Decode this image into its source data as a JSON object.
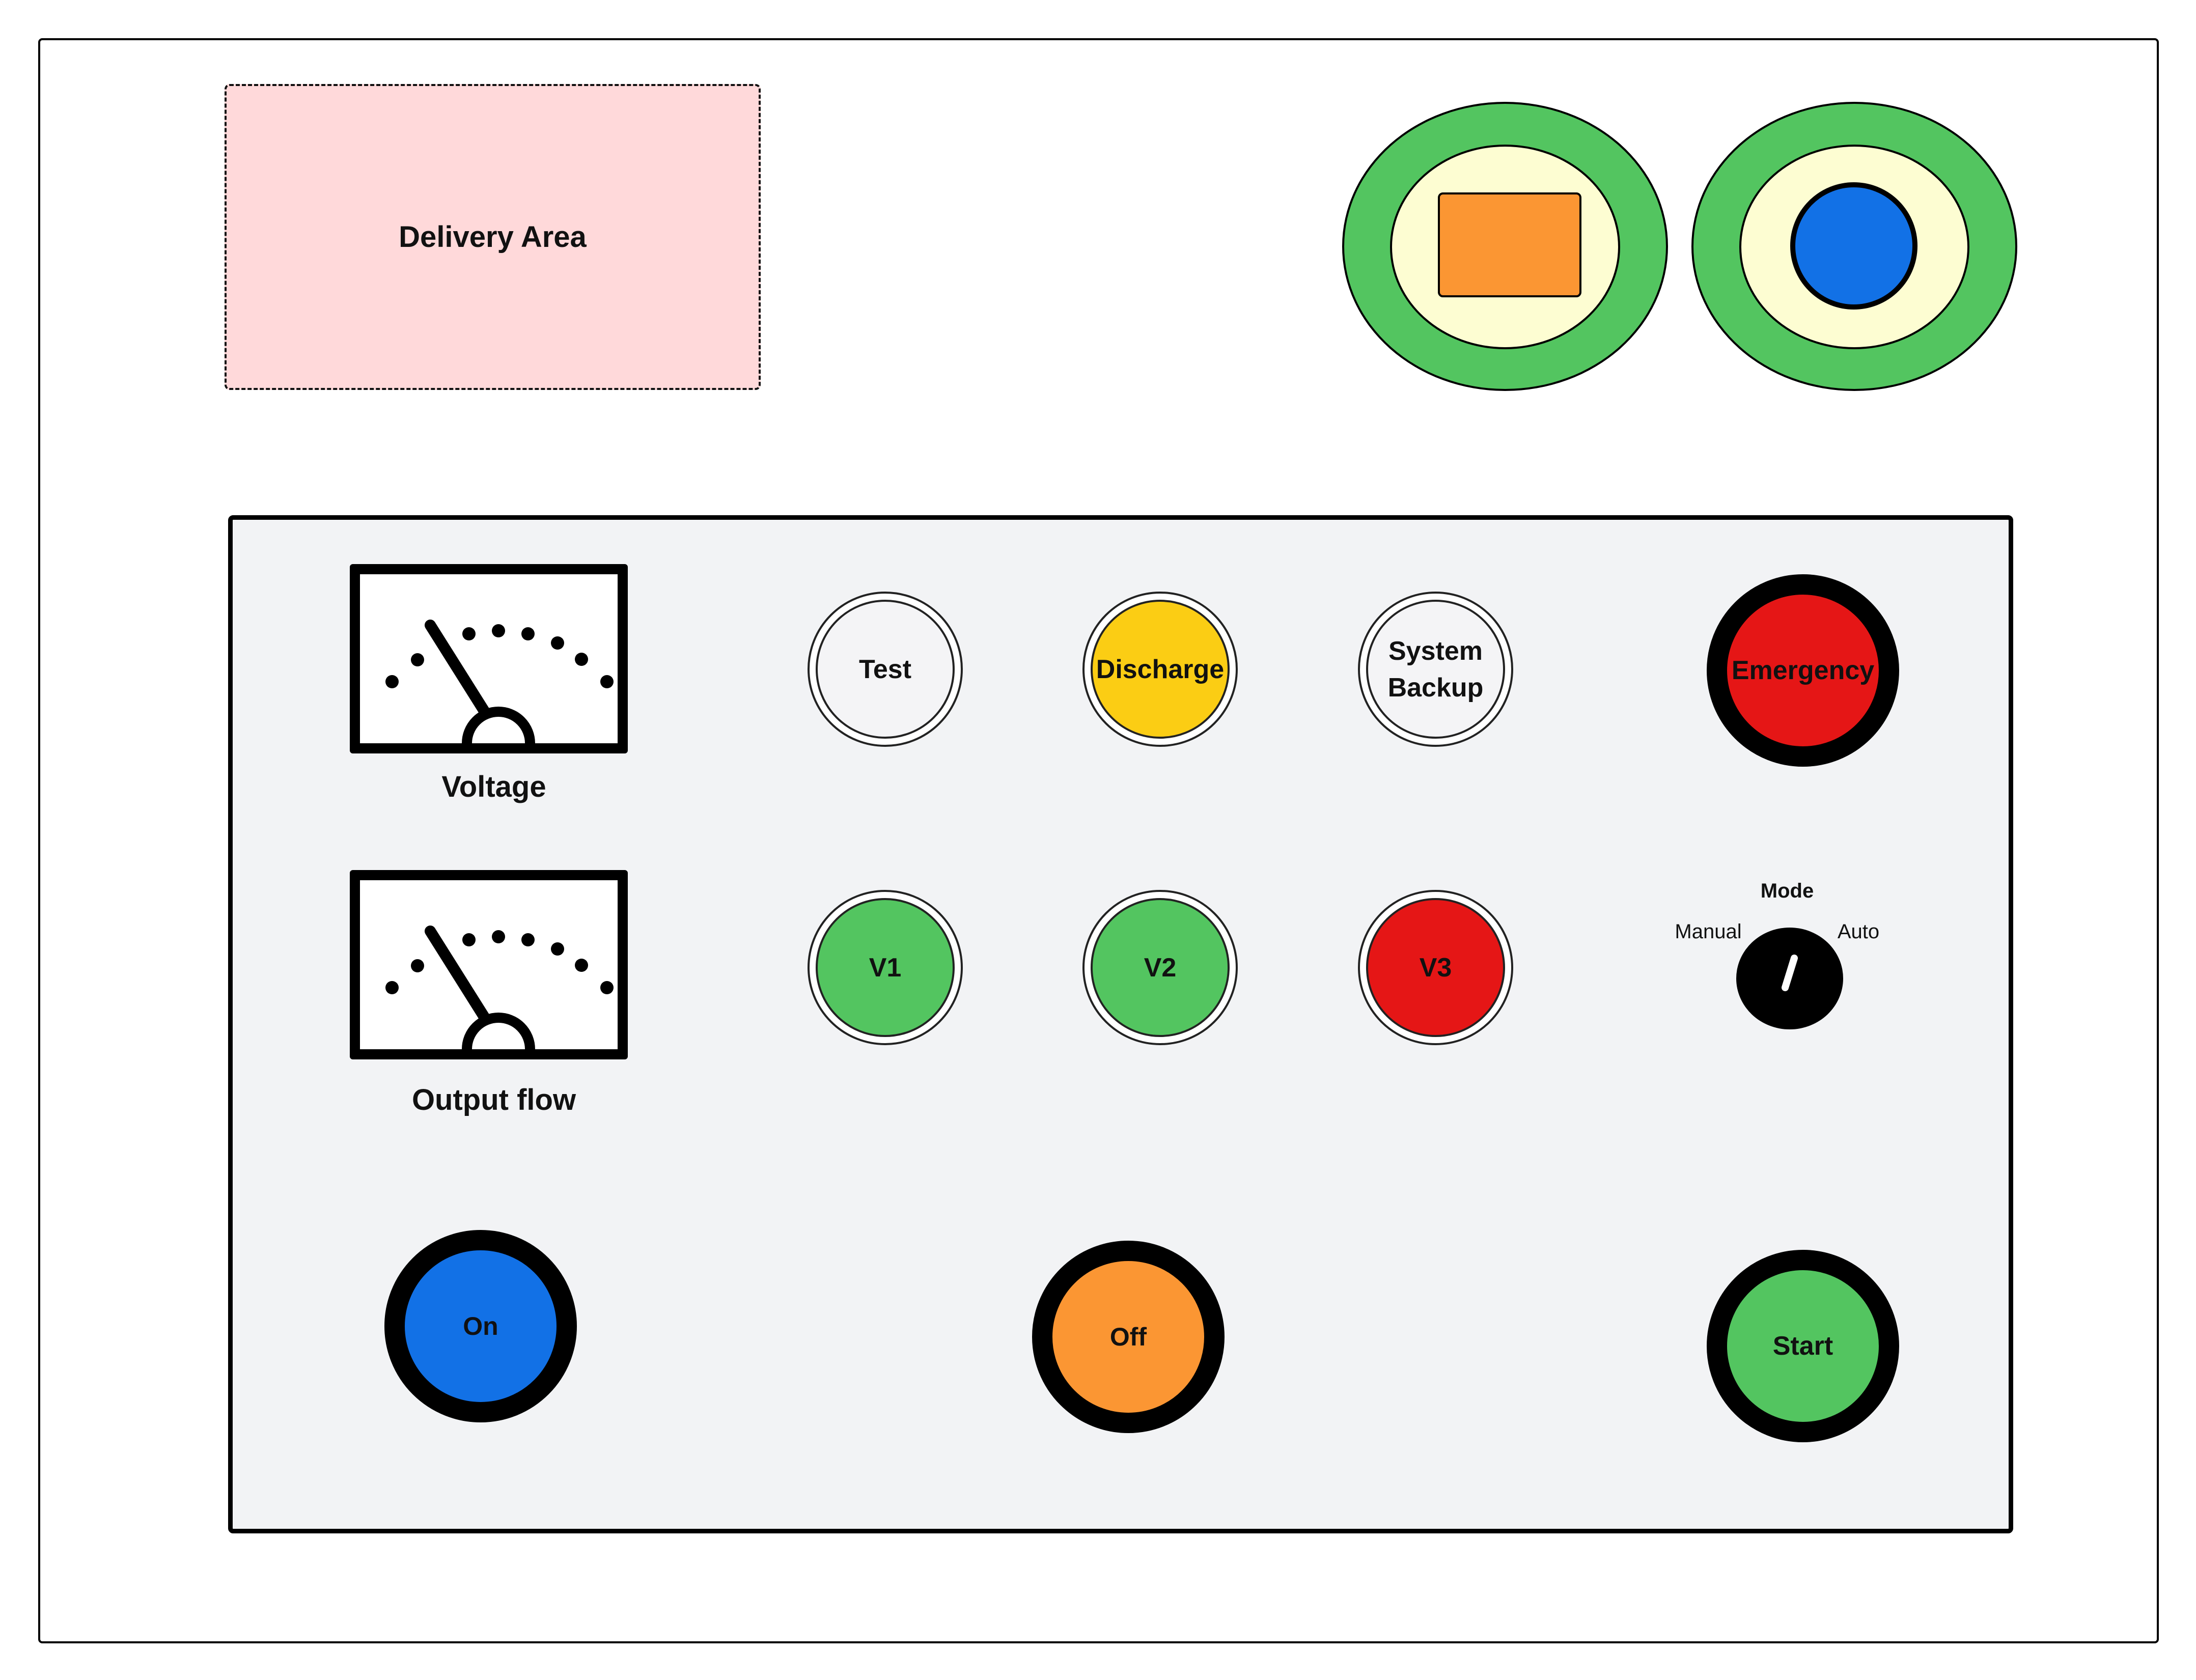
{
  "delivery_area": {
    "label": "Delivery Area"
  },
  "indicators": [
    {
      "name": "square-indicator",
      "shape": "rectangle",
      "color": "#fb9633"
    },
    {
      "name": "round-indicator",
      "shape": "circle",
      "color": "#1271e6"
    }
  ],
  "gauges": [
    {
      "label": "Voltage"
    },
    {
      "label": "Output flow"
    }
  ],
  "buttons_row1": [
    {
      "label": "Test",
      "color": "#f4f4f6"
    },
    {
      "label": "Discharge",
      "color": "#fbcd14"
    },
    {
      "label_line1": "System",
      "label_line2": "Backup",
      "color": "#f4f4f6"
    }
  ],
  "emergency": {
    "label": "Emergency",
    "color": "#e51616"
  },
  "buttons_row2": [
    {
      "label": "V1",
      "color": "#53c560"
    },
    {
      "label": "V2",
      "color": "#53c560"
    },
    {
      "label": "V3",
      "color": "#e51616"
    }
  ],
  "mode_switch": {
    "title": "Mode",
    "left_label": "Manual",
    "right_label": "Auto"
  },
  "bottom_buttons": [
    {
      "label": "On",
      "color": "#1271e6"
    },
    {
      "label": "Off",
      "color": "#fb9633"
    },
    {
      "label": "Start",
      "color": "#53c560"
    }
  ]
}
